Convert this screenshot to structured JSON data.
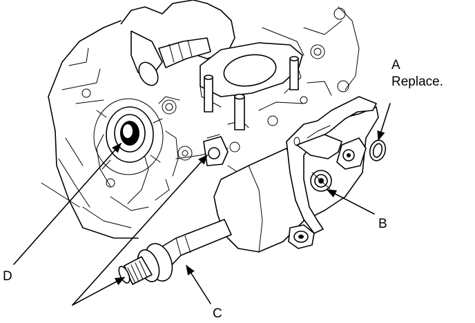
{
  "labels": {
    "a": {
      "letter": "A",
      "note": "Replace."
    },
    "b": {
      "letter": "B"
    },
    "c": {
      "letter": "C"
    },
    "d": {
      "letter": "D"
    }
  }
}
